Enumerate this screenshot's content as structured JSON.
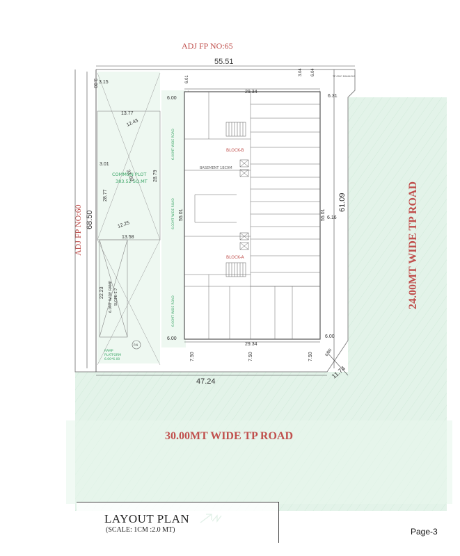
{
  "labels": {
    "adj_fp_top": "ADJ FP NO:65",
    "adj_fp_left": "ADJ FP NO:60",
    "road_right": "24.00MT WIDE TP ROAD",
    "road_bottom": "30.00MT WIDE TP ROAD",
    "common_plot": "COMMON PLOT",
    "common_plot_area": "383.52 SQ.MT",
    "ramp": "6.0MT WIDE RAMP",
    "ramp_slope": "SLOPE 1:7",
    "ramp_platform": "RAMP",
    "ramp_platform_2": "PLATFORM",
    "ramp_platform_3": "6.00*6.00",
    "block_a": "BLOCK-A",
    "block_b": "BLOCK-B",
    "basement": "BASEMENT 1BC9M",
    "wide_road_1": "6.00MT WIDE ROAD",
    "wide_road_2": "6.00MT WIDE ROAD",
    "wide_road_3": "6.00MT WIDE ROAD",
    "tp_manhole": "TP GMC MANHOLE",
    "north_mark": "P.N"
  },
  "dimensions": {
    "d_55_51": "55.51",
    "d_3_00": "3.00",
    "d_3_15": "3.15",
    "d_3_04": "3.04",
    "d_6_04": "6.04",
    "d_6_01": "6.01",
    "d_6_00_tl": "6.00",
    "d_6_31": "6.31",
    "d_29_34_top": "29.34",
    "d_13_77": "13.77",
    "d_12_43": "12.43",
    "d_3_01": "3.01",
    "d_31_69": "31.69",
    "d_28_77": "28.77",
    "d_28_79": "28.79",
    "d_68_50": "68.50",
    "d_12_25": "12.25",
    "d_13_58": "13.58",
    "d_22_23": "22.23",
    "d_55_01_left": "55.01",
    "d_55_01_right": "55.01",
    "d_61_09": "61.09",
    "d_6_16": "6.16",
    "d_6_00_bl": "6.00",
    "d_29_34_bottom": "29.34",
    "d_6_00_br": "6.00",
    "d_7_50_a": "7.50",
    "d_7_50_b": "7.50",
    "d_7_50_c": "7.50",
    "d_6_80": "6.80",
    "d_11_74": "11.74",
    "d_47_24": "47.24"
  },
  "title_block": {
    "title": "LAYOUT PLAN",
    "scale": "(SCALE: 1CM :2.0 MT)"
  },
  "page_label": "Page-3",
  "colors": {
    "green_road": "#dff1e6",
    "red_label": "#c0504d",
    "green_text": "#3aa566"
  }
}
